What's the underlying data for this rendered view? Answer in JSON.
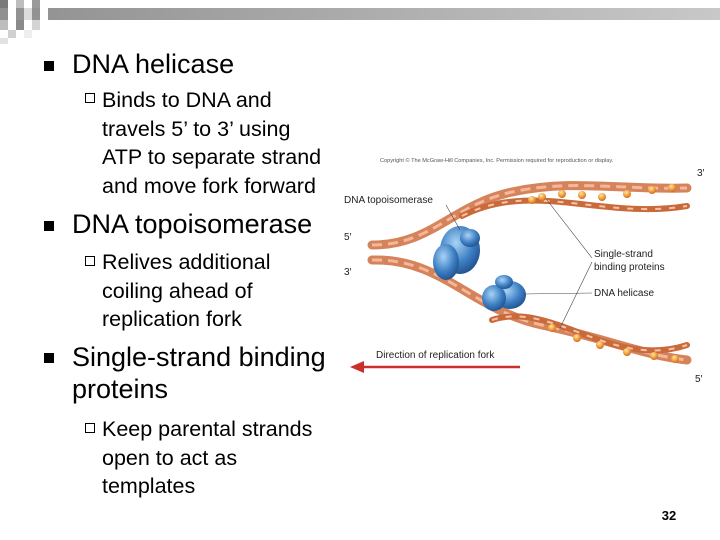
{
  "slide": {
    "bullets": [
      {
        "text": "DNA helicase",
        "sub": [
          "Binds to DNA and",
          "travels 5’ to 3’ using",
          "ATP to separate strand",
          "and move fork forward"
        ]
      },
      {
        "text": "DNA topoisomerase",
        "sub": [
          "Relives additional",
          "coiling ahead of",
          "replication fork"
        ]
      },
      {
        "text_lines": [
          "Single-strand binding",
          "proteins"
        ],
        "sub": [
          "Keep parental strands",
          "open to act as",
          "templates"
        ]
      }
    ],
    "page_number": "32"
  },
  "figure": {
    "copyright": "Copyright © The McGraw-Hill Companies, Inc. Permission required for reproduction or display.",
    "labels": {
      "topoisomerase": "DNA topoisomerase",
      "ssb_1": "Single-strand",
      "ssb_2": "binding proteins",
      "helicase": "DNA helicase",
      "direction": "Direction of replication fork"
    },
    "ends": {
      "top_right": "3′",
      "left_upper": "5′",
      "left_lower": "3′",
      "bottom_right": "5′"
    },
    "colors": {
      "strand": "#c66a33",
      "strand_light": "#f2a58a",
      "protein_blue": "#3d7fc4",
      "arrow_red": "#c9302c",
      "corner_gray": "#a6a6a6"
    }
  }
}
